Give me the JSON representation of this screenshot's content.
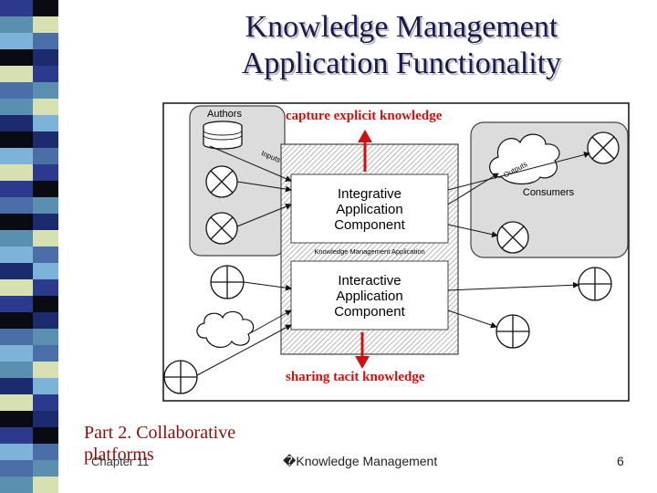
{
  "slide": {
    "title_line1": "Knowledge Management",
    "title_line2": "Application Functionality",
    "capture_label": "capture explicit knowledge",
    "sharing_label": "sharing tacit knowledge",
    "part_line1": "Part 2. Collaborative",
    "part_line2": "platforms",
    "chapter": "Chapter 11",
    "course": "�Knowledge Management",
    "page_number": "6"
  },
  "diagram": {
    "authors": "Authors",
    "consumers": "Consumers",
    "inputs": "Inputs",
    "outputs": "Outputs",
    "integrative_line1": "Integrative",
    "integrative_line2": "Application",
    "integrative_line3": "Component",
    "interactive_line1": "Interactive",
    "interactive_line2": "Application",
    "interactive_line3": "Component",
    "km_application": "Knowledge Management Application"
  },
  "colors": {
    "stripe_palette": [
      "#2b3a8c",
      "#5a8fb0",
      "#7db3d8",
      "#0a0a12",
      "#d6e0b0",
      "#4a6ea8",
      "#1c2a6e"
    ],
    "accent_red": "#cc1111",
    "title": "#1a1a4a",
    "part_label": "#8a0d0d"
  }
}
